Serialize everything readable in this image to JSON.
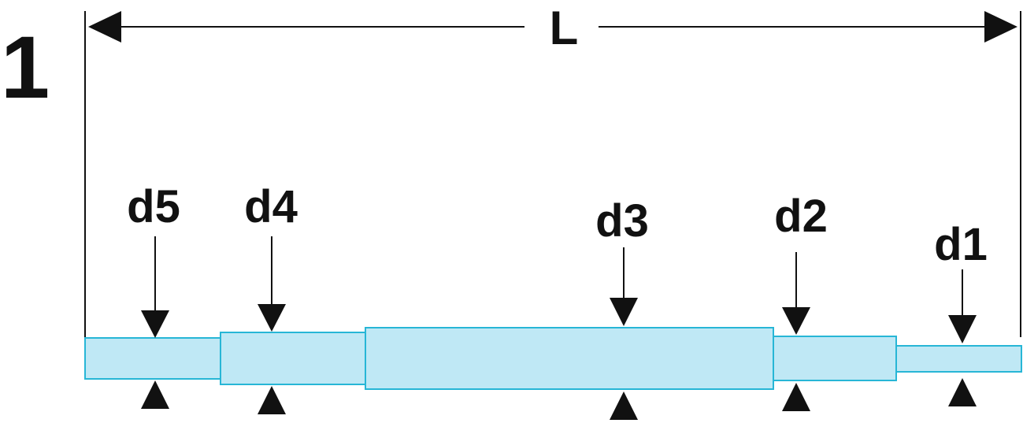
{
  "figure_number": "1",
  "length_label": "L",
  "colors": {
    "segment_fill": "#bfe8f5",
    "segment_stroke": "#27b6d6",
    "ink": "#111111"
  },
  "diameters": [
    {
      "id": "d5",
      "label": "d5"
    },
    {
      "id": "d4",
      "label": "d4"
    },
    {
      "id": "d3",
      "label": "d3"
    },
    {
      "id": "d2",
      "label": "d2"
    },
    {
      "id": "d1",
      "label": "d1"
    }
  ]
}
